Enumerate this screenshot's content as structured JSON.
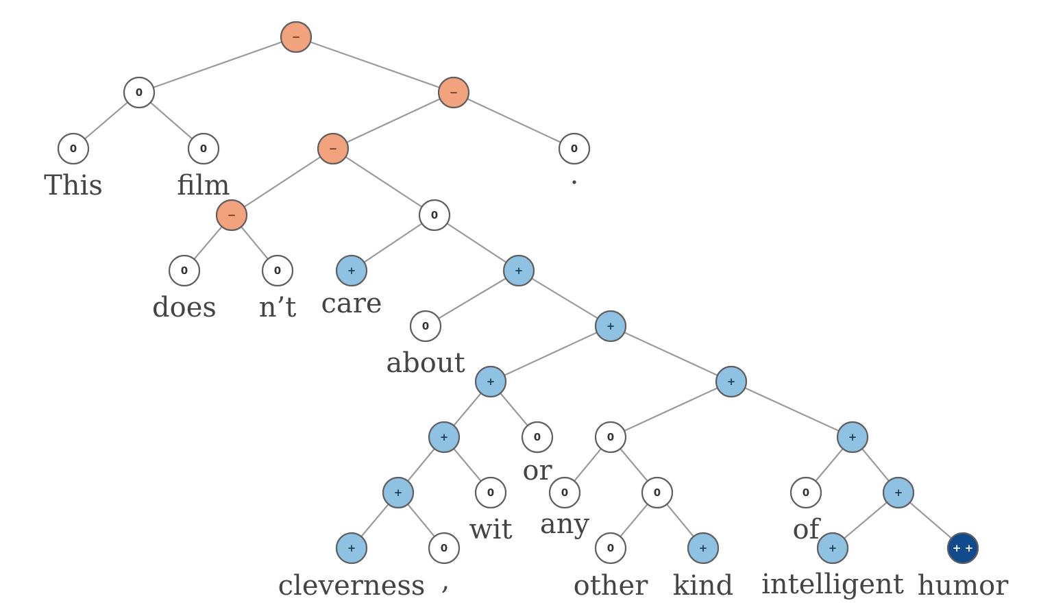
{
  "diagram": {
    "type": "sentiment-parse-tree",
    "label_colors": {
      "0": {
        "fill": "#ffffff",
        "text": "#333333"
      },
      "-": {
        "fill": "#f3a27e",
        "text": "#6a3a25"
      },
      "+": {
        "fill": "#8fc2e2",
        "text": "#1f3b55"
      },
      "++": {
        "fill": "#124a8e",
        "text": "#ffffff"
      }
    },
    "nodes": [
      {
        "id": "n1",
        "label": "−",
        "class": "-",
        "parent": null
      },
      {
        "id": "n2",
        "label": "0",
        "class": "0",
        "parent": "n1"
      },
      {
        "id": "n3",
        "label": "0",
        "class": "0",
        "parent": "n2",
        "word": "This"
      },
      {
        "id": "n4",
        "label": "0",
        "class": "0",
        "parent": "n2",
        "word": "film"
      },
      {
        "id": "n5",
        "label": "−",
        "class": "-",
        "parent": "n1"
      },
      {
        "id": "n6",
        "label": "−",
        "class": "-",
        "parent": "n5"
      },
      {
        "id": "n7",
        "label": "0",
        "class": "0",
        "parent": "n5",
        "word": "."
      },
      {
        "id": "n8",
        "label": "−",
        "class": "-",
        "parent": "n6"
      },
      {
        "id": "n9",
        "label": "0",
        "class": "0",
        "parent": "n6"
      },
      {
        "id": "n10",
        "label": "0",
        "class": "0",
        "parent": "n8",
        "word": "does"
      },
      {
        "id": "n11",
        "label": "0",
        "class": "0",
        "parent": "n8",
        "word": "n’t"
      },
      {
        "id": "n12",
        "label": "+",
        "class": "+",
        "parent": "n9",
        "word": "care"
      },
      {
        "id": "n13",
        "label": "+",
        "class": "+",
        "parent": "n9"
      },
      {
        "id": "n14",
        "label": "0",
        "class": "0",
        "parent": "n13",
        "word": "about"
      },
      {
        "id": "n15",
        "label": "+",
        "class": "+",
        "parent": "n13"
      },
      {
        "id": "n16",
        "label": "+",
        "class": "+",
        "parent": "n15"
      },
      {
        "id": "n17",
        "label": "+",
        "class": "+",
        "parent": "n15"
      },
      {
        "id": "n18",
        "label": "+",
        "class": "+",
        "parent": "n16"
      },
      {
        "id": "n19",
        "label": "0",
        "class": "0",
        "parent": "n16",
        "word": "or"
      },
      {
        "id": "n20",
        "label": "0",
        "class": "0",
        "parent": "n17"
      },
      {
        "id": "n21",
        "label": "+",
        "class": "+",
        "parent": "n17"
      },
      {
        "id": "n22",
        "label": "+",
        "class": "+",
        "parent": "n18"
      },
      {
        "id": "n23",
        "label": "0",
        "class": "0",
        "parent": "n18",
        "word": "wit"
      },
      {
        "id": "n24",
        "label": "0",
        "class": "0",
        "parent": "n20",
        "word": "any"
      },
      {
        "id": "n25",
        "label": "0",
        "class": "0",
        "parent": "n20"
      },
      {
        "id": "n26",
        "label": "0",
        "class": "0",
        "parent": "n21",
        "word": "of"
      },
      {
        "id": "n27",
        "label": "+",
        "class": "+",
        "parent": "n21"
      },
      {
        "id": "n28",
        "label": "+",
        "class": "+",
        "parent": "n22",
        "word": "cleverness"
      },
      {
        "id": "n29",
        "label": "0",
        "class": "0",
        "parent": "n22",
        "word": ","
      },
      {
        "id": "n30",
        "label": "0",
        "class": "0",
        "parent": "n25",
        "word": "other"
      },
      {
        "id": "n31",
        "label": "+",
        "class": "+",
        "parent": "n25",
        "word": "kind"
      },
      {
        "id": "n32",
        "label": "+",
        "class": "+",
        "parent": "n27",
        "word": "intelligent"
      },
      {
        "id": "n33",
        "label": "+ +",
        "class": "++",
        "parent": "n27",
        "word": "humor"
      }
    ]
  }
}
